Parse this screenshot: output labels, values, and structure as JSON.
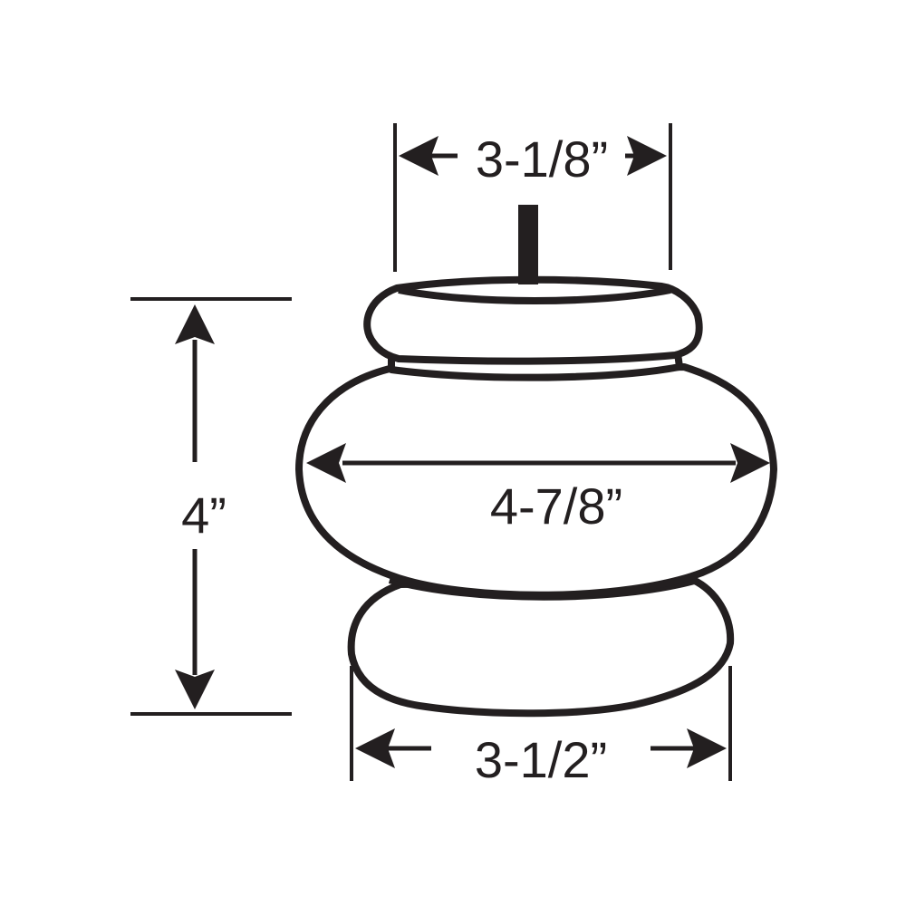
{
  "figure": {
    "colors": {
      "ink": "#231f20",
      "fill": "#ffffff"
    },
    "dimensions": {
      "top_width": "3-1/8”",
      "max_width": "4-7/8”",
      "base_width": "3-1/2”",
      "height": "4”"
    }
  }
}
